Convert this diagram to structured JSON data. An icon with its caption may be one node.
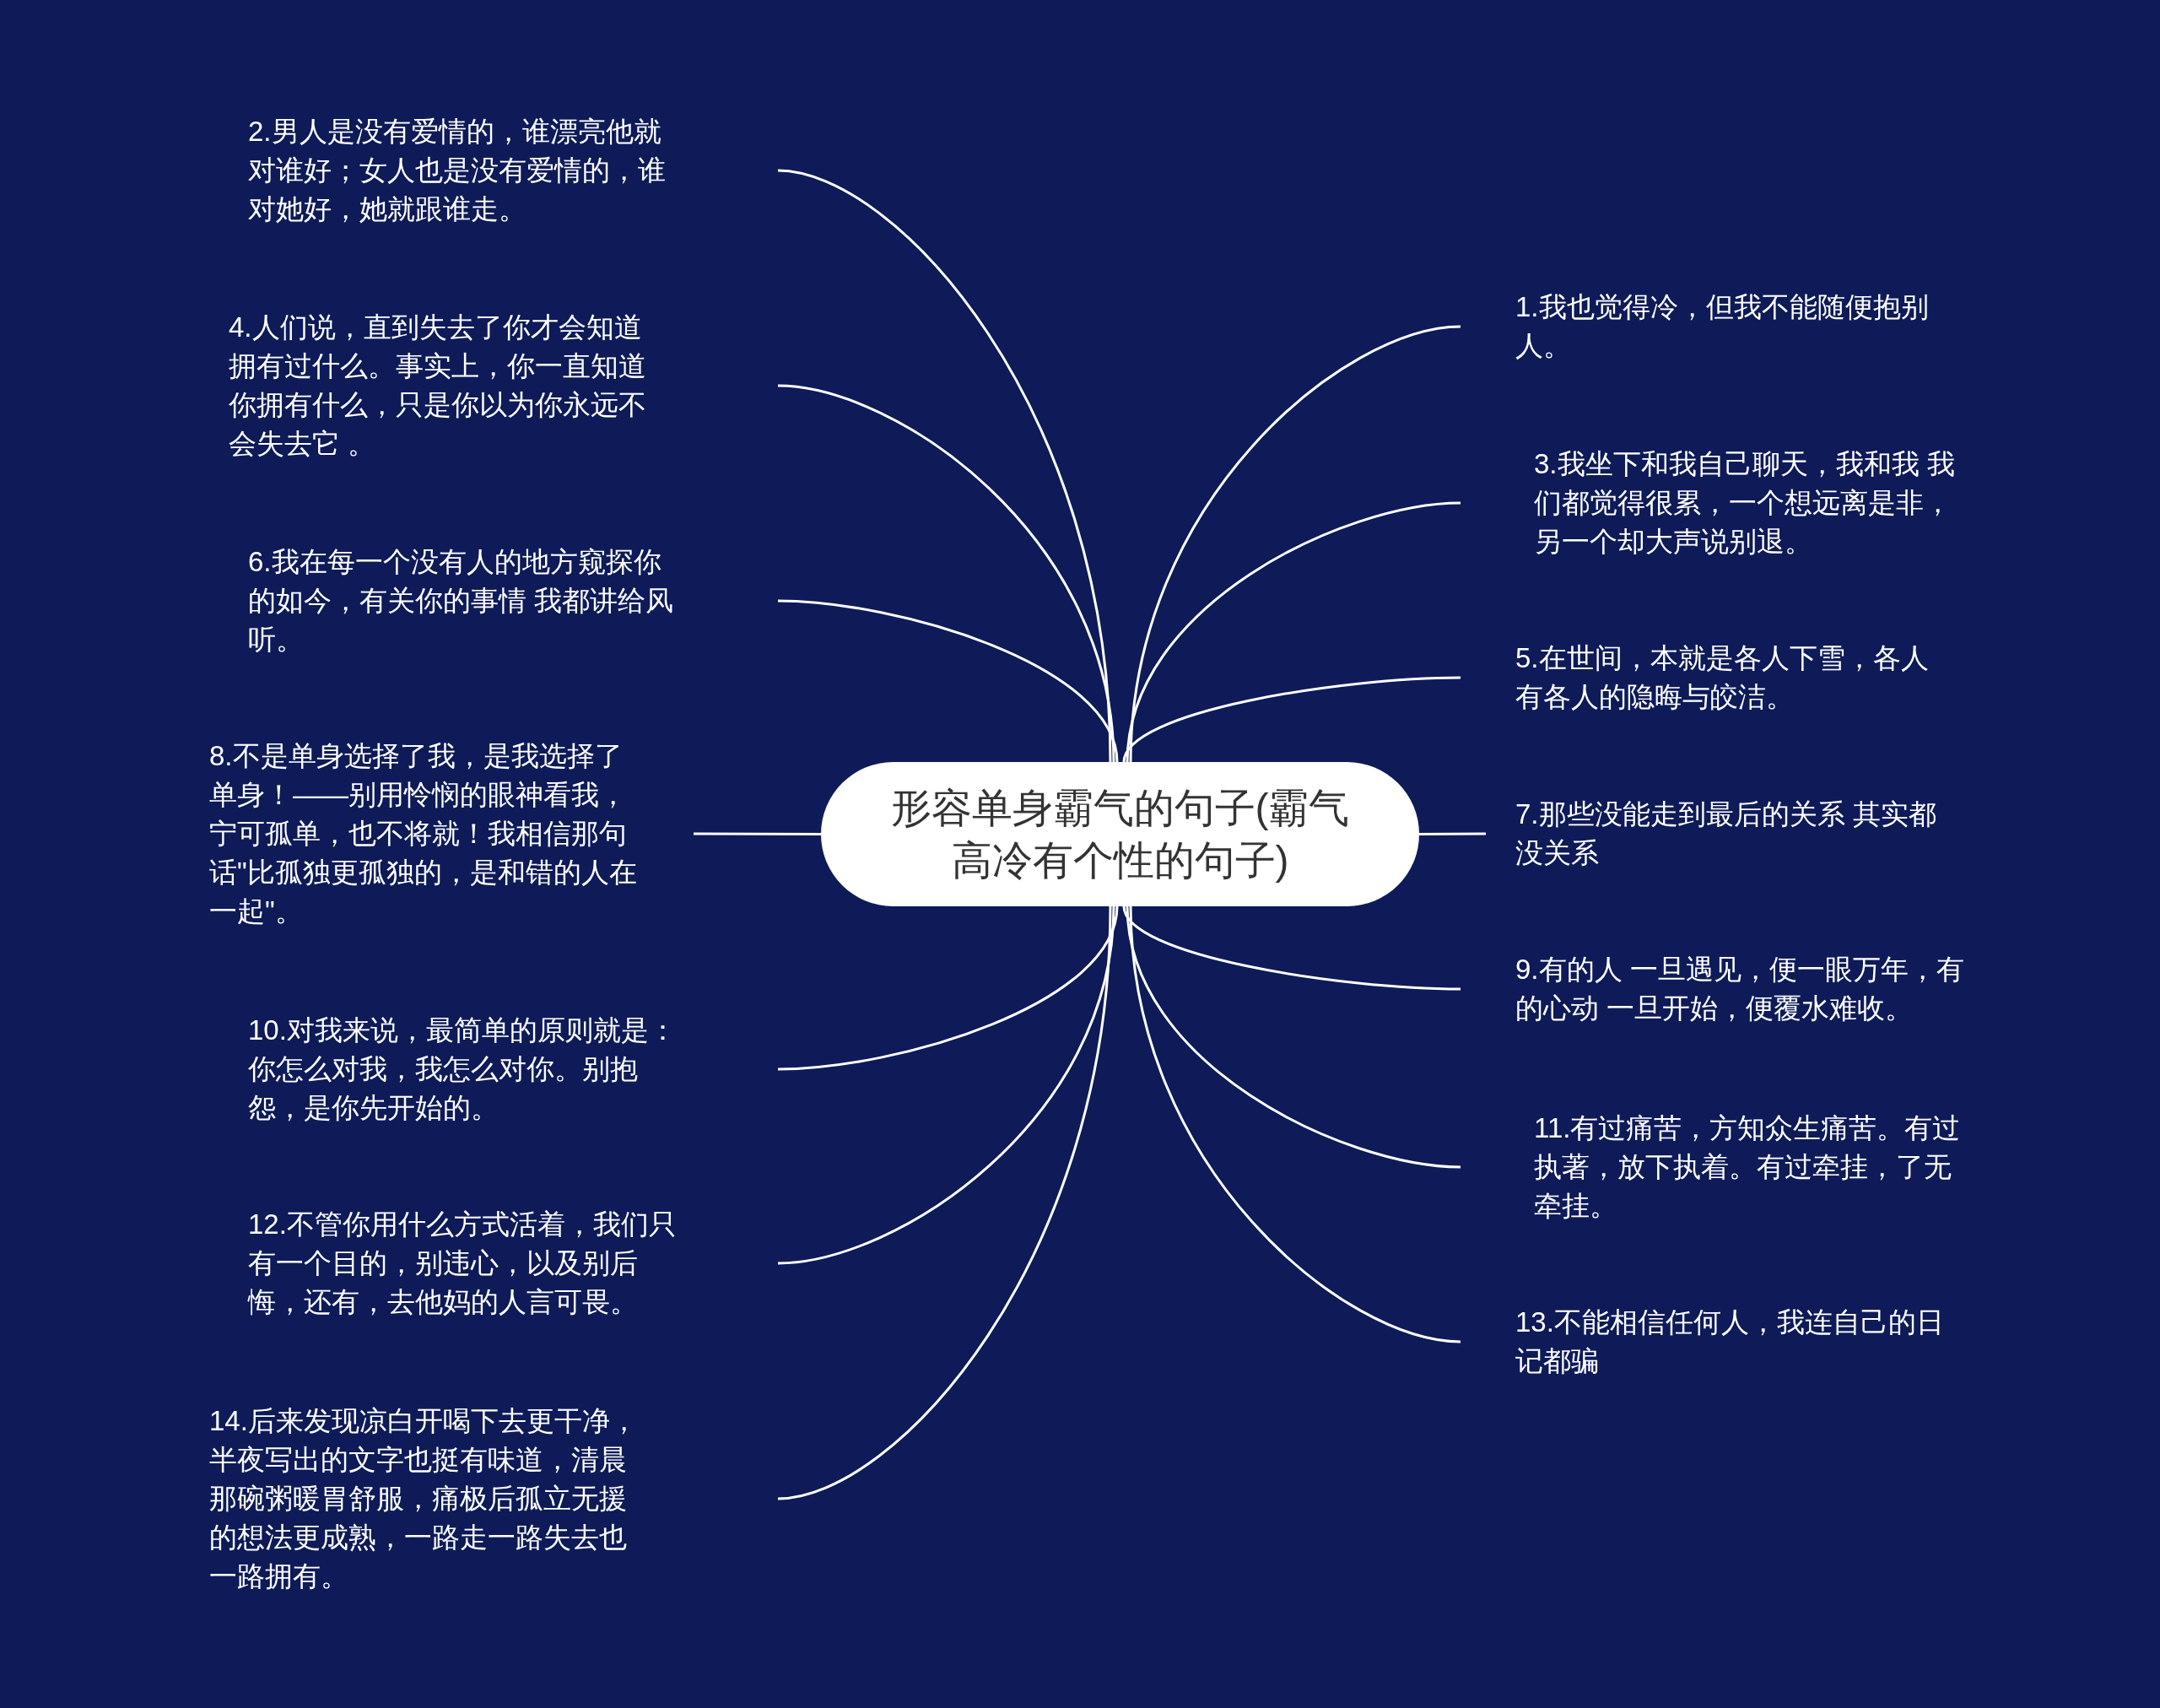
{
  "diagram": {
    "nodes": [
      {
        "text": [
          "形容单身霸气的句子(霸气高冷有个性的句子)"
        ]
      },
      {
        "text": [
          "1.我也觉得冷，但我不能随便抱别人。"
        ]
      },
      {
        "text": [
          "2.男人是没有爱情的，谁漂亮他就对谁好；女人也是没有爱情的，谁对她好，她就跟谁走。"
        ]
      },
      {
        "text": [
          "3.我坐下和我自己聊天，我和我 我们都觉得很累，一个想远离是非，另一个却大声说别退。"
        ]
      },
      {
        "text": [
          "4.人们说，直到失去了你才会知道拥有过什么。事实上，你一直知道你拥有什么，只是你以为你永远不会失去它 。"
        ]
      },
      {
        "text": [
          "5.在世间，本就是各人下雪，各人有各人的隐晦与皎洁。"
        ]
      },
      {
        "text": [
          "6.我在每一个没有人的地方窥探你的如今，有关你的事情 我都讲给风听。"
        ]
      },
      {
        "text": [
          "7.那些没能走到最后的关系 其实都没关系"
        ]
      },
      {
        "text": [
          "8.不是单身选择了我，是我选择了单身！——别用怜悯的眼神看我，宁可孤单，也不将就！我相信那句话\"比孤独更孤独的，是和错的人在一起\"。"
        ]
      },
      {
        "text": [
          "9.有的人 一旦遇见，便一眼万年，有的心动 一旦开始，便覆水难收。"
        ]
      },
      {
        "text": [
          "10.对我来说，最简单的原则就是：你怎么对我，我怎么对你。别抱怨，是你先开始的。"
        ]
      },
      {
        "text": [
          "11.有过痛苦，方知众生痛苦。有过执著，放下执着。有过牵挂，了无牵挂。"
        ]
      },
      {
        "text": [
          "12.不管你用什么方式活着，我们只有一个目的，别违心，以及别后悔，还有，去他妈的人言可畏。"
        ]
      },
      {
        "text": [
          "13.不能相信任何人，我连自己的日记都骗"
        ]
      },
      {
        "text": [
          "14.后来发现凉白开喝下去更干净，半夜写出的文字也挺有味道，清晨那碗粥暖胃舒服，痛极后孤立无援的想法更成熟，一路走一路失去也一路拥有。"
        ]
      }
    ],
    "edges": [
      {
        "from": 0,
        "to": 1,
        "arrow": "none"
      },
      {
        "from": 0,
        "to": 2,
        "arrow": "none"
      },
      {
        "from": 0,
        "to": 3,
        "arrow": "none"
      },
      {
        "from": 0,
        "to": 4,
        "arrow": "none"
      },
      {
        "from": 0,
        "to": 5,
        "arrow": "none"
      },
      {
        "from": 0,
        "to": 6,
        "arrow": "none"
      },
      {
        "from": 0,
        "to": 7,
        "arrow": "none"
      },
      {
        "from": 0,
        "to": 8,
        "arrow": "none"
      },
      {
        "from": 0,
        "to": 9,
        "arrow": "none"
      },
      {
        "from": 0,
        "to": 10,
        "arrow": "none"
      },
      {
        "from": 0,
        "to": 11,
        "arrow": "none"
      },
      {
        "from": 0,
        "to": 12,
        "arrow": "none"
      },
      {
        "from": 0,
        "to": 13,
        "arrow": "none"
      },
      {
        "from": 0,
        "to": 14,
        "arrow": "none"
      }
    ]
  }
}
